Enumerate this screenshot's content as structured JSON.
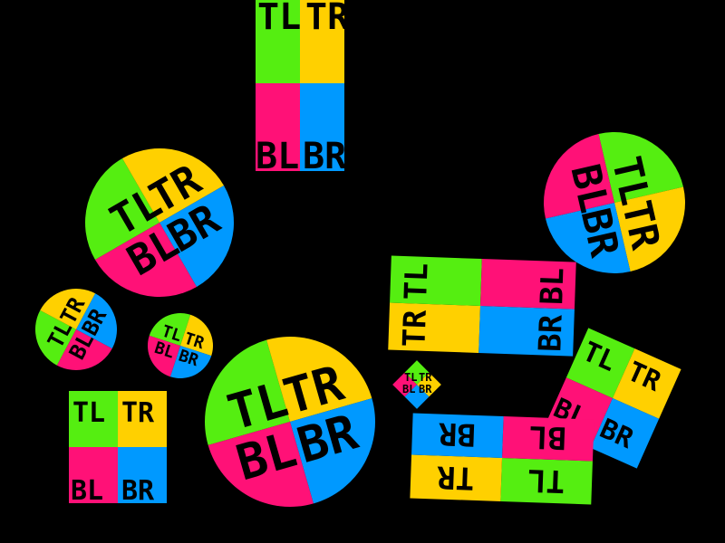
{
  "labels": {
    "top_left": "TL",
    "top_right": "TR",
    "bottom_left": "BL",
    "bottom_right": "BR"
  },
  "colors": {
    "background": "#000000",
    "top_left": "#55ee11",
    "top_right": "#ffd000",
    "bottom_left": "#ff1177",
    "bottom_right": "#0099ff"
  }
}
